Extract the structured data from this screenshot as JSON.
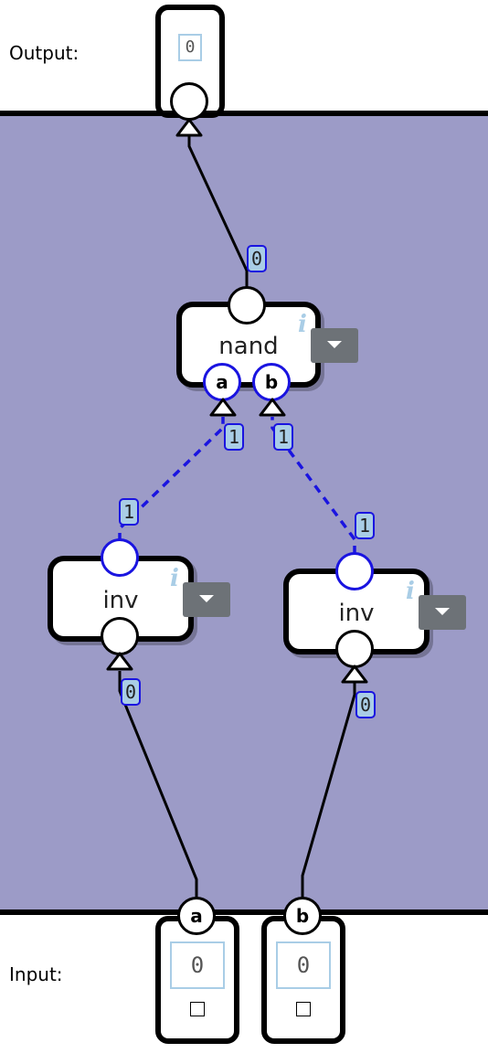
{
  "output_section": {
    "label": "Output:"
  },
  "input_section": {
    "label": "Input:"
  },
  "output_terminal": {
    "value": "0"
  },
  "input_terminals": [
    {
      "port_label": "a",
      "value": "0"
    },
    {
      "port_label": "b",
      "value": "0"
    }
  ],
  "nodes": {
    "nand": {
      "label": "nand",
      "info": "i",
      "inputs": [
        "a",
        "b"
      ]
    },
    "inv_left": {
      "label": "inv",
      "info": "i"
    },
    "inv_right": {
      "label": "inv",
      "info": "i"
    }
  },
  "wire_values": {
    "nand_to_output": "0",
    "nand_a_end": "1",
    "nand_b_end": "1",
    "inv_left_out_start": "1",
    "inv_right_out_start": "1",
    "input_a_to_inv_left": "0",
    "input_b_to_inv_right": "0"
  },
  "colors": {
    "workspace": "#9c9bc7",
    "value_badge": "#a9cde6",
    "active_wire": "#1a14e0",
    "info_icon": "#a9cde6",
    "dropdown": "#6d7277"
  }
}
